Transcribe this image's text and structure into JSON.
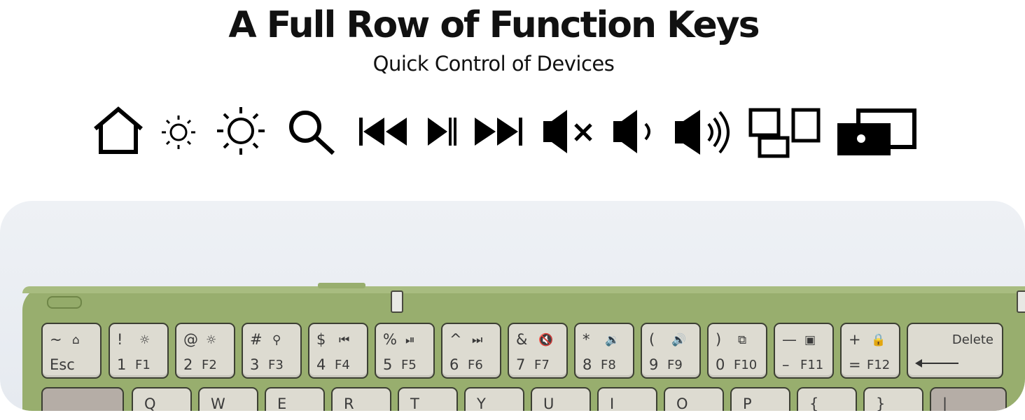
{
  "title": "A Full Row of Function Keys",
  "subtitle": "Quick Control of Devices",
  "function_icons": [
    "home-icon",
    "brightness-down-icon",
    "brightness-up-icon",
    "search-icon",
    "previous-track-icon",
    "play-pause-icon",
    "next-track-icon",
    "mute-icon",
    "volume-down-icon",
    "volume-up-icon",
    "screen-switch-icon",
    "screenshot-icon"
  ],
  "keyboard": {
    "color": "#98ae6e",
    "keycap_color": "#dddbd1",
    "fn_row": [
      {
        "tl": "~",
        "tr": "⌂",
        "bl": "Esc",
        "br": ""
      },
      {
        "tl": "!",
        "tr": "☼",
        "bl": "1",
        "br": "F1"
      },
      {
        "tl": "@",
        "tr": "☼",
        "bl": "2",
        "br": "F2"
      },
      {
        "tl": "#",
        "tr": "⚲",
        "bl": "3",
        "br": "F3"
      },
      {
        "tl": "$",
        "tr": "⏮",
        "bl": "4",
        "br": "F4"
      },
      {
        "tl": "%",
        "tr": "⏯",
        "bl": "5",
        "br": "F5"
      },
      {
        "tl": "^",
        "tr": "⏭",
        "bl": "6",
        "br": "F6"
      },
      {
        "tl": "&",
        "tr": "🔇",
        "bl": "7",
        "br": "F7"
      },
      {
        "tl": "*",
        "tr": "🔉",
        "bl": "8",
        "br": "F8"
      },
      {
        "tl": "(",
        "tr": "🔊",
        "bl": "9",
        "br": "F9"
      },
      {
        "tl": ")",
        "tr": "⧉",
        "bl": "0",
        "br": "F10"
      },
      {
        "tl": "—",
        "tr": "▣",
        "bl": "–",
        "br": "F11"
      },
      {
        "tl": "+",
        "tr": "🔒",
        "bl": "=",
        "br": "F12"
      }
    ],
    "delete_label": "Delete",
    "row2": [
      "",
      "Q",
      "W",
      "E",
      "R",
      "T",
      "Y",
      "U",
      "I",
      "O",
      "P",
      "{",
      "}",
      "|"
    ]
  }
}
